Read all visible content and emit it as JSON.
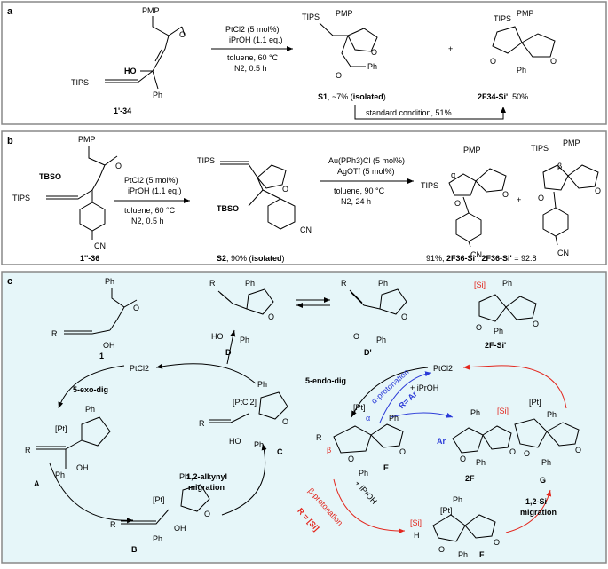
{
  "panel_a": {
    "letter": "a",
    "start_label": "1'-34",
    "start_groups": {
      "pmp": "PMP",
      "ho": "HO",
      "tips": "TIPS",
      "ph": "Ph"
    },
    "conditions": [
      "PtCl2 (5 mol%)",
      "iPrOH (1.1 eq.)",
      "toluene, 60 °C",
      "N2, 0.5 h"
    ],
    "product1": {
      "label": "S1",
      "yield": ", ~7% (",
      "isolated": "isolated",
      "close": ")",
      "groups": {
        "tips": "TIPS",
        "pmp": "PMP",
        "ph": "Ph"
      }
    },
    "plus": "+",
    "product2": {
      "label": "2F34-Si'",
      "yield": ", 50%",
      "groups": {
        "tips": "TIPS",
        "pmp": "PMP",
        "ph": "Ph"
      }
    },
    "bottom_arrow_text": "standard condition, 51%"
  },
  "panel_b": {
    "letter": "b",
    "start_label": "1''-36",
    "start_groups": {
      "pmp": "PMP",
      "tbso": "TBSO",
      "tips": "TIPS",
      "cn": "CN"
    },
    "conditions1": [
      "PtCl2 (5 mol%)",
      "iPrOH (1.1 eq.)",
      "toluene, 60 °C",
      "N2, 0.5 h"
    ],
    "intermediate": {
      "label": "S2",
      "yield": ", 90% (",
      "isolated": "isolated",
      "close": ")",
      "groups": {
        "tips": "TIPS",
        "tbso": "TBSO",
        "cn": "CN"
      }
    },
    "conditions2": [
      "Au(PPh3)Cl (5 mol%)",
      "AgOTf (5 mol%)",
      "toluene, 90 °C",
      "N2, 24 h"
    ],
    "product1": {
      "groups": {
        "tips": "TIPS",
        "alpha": "α",
        "pmp": "PMP",
        "cn": "CN"
      }
    },
    "plus": "+",
    "product2": {
      "groups": {
        "tips": "TIPS",
        "beta": "β",
        "pmp": "PMP",
        "cn": "CN"
      }
    },
    "result": {
      "prefix": "91%, ",
      "a": "2F36-Si",
      "sep": " : ",
      "b": "2F36-Si'",
      "ratio": " = 92:8"
    }
  },
  "panel_c": {
    "letter": "c",
    "compounds": {
      "c1": "1",
      "A": "A",
      "B": "B",
      "C": "C",
      "D": "D",
      "Dp": "D'",
      "E": "E",
      "F": "F",
      "G": "G",
      "F2": "2F",
      "F2Si": "2F-Si'"
    },
    "catalyst_left": "PtCl2",
    "catalyst_right": "PtCl2",
    "steps": {
      "exo": "5-exo-dig",
      "alkynyl1": "1,2-alkynyl",
      "alkynyl2": "migration",
      "endo": "5-endo-dig",
      "si1": "1,2-Si",
      "si2": "migration",
      "alpha_prot": "α-protonation",
      "alpha_r": "R= Ar",
      "beta_prot": "β-protonation",
      "beta_r": "R = [Si]",
      "iproh1": "+ iPrOH",
      "iproh2": "+ iPrOH"
    },
    "groups": {
      "ph": "Ph",
      "r": "R",
      "oh": "OH",
      "ho": "HO",
      "o": "O",
      "pt": "[Pt]",
      "ptcl2": "[PtCl2]",
      "si": "[Si]",
      "ar": "Ar",
      "alpha": "α",
      "beta": "β",
      "h": "H"
    },
    "colors": {
      "red": "#e3261d",
      "blue": "#2b3bd8",
      "bg": "#e6f6f9"
    }
  }
}
